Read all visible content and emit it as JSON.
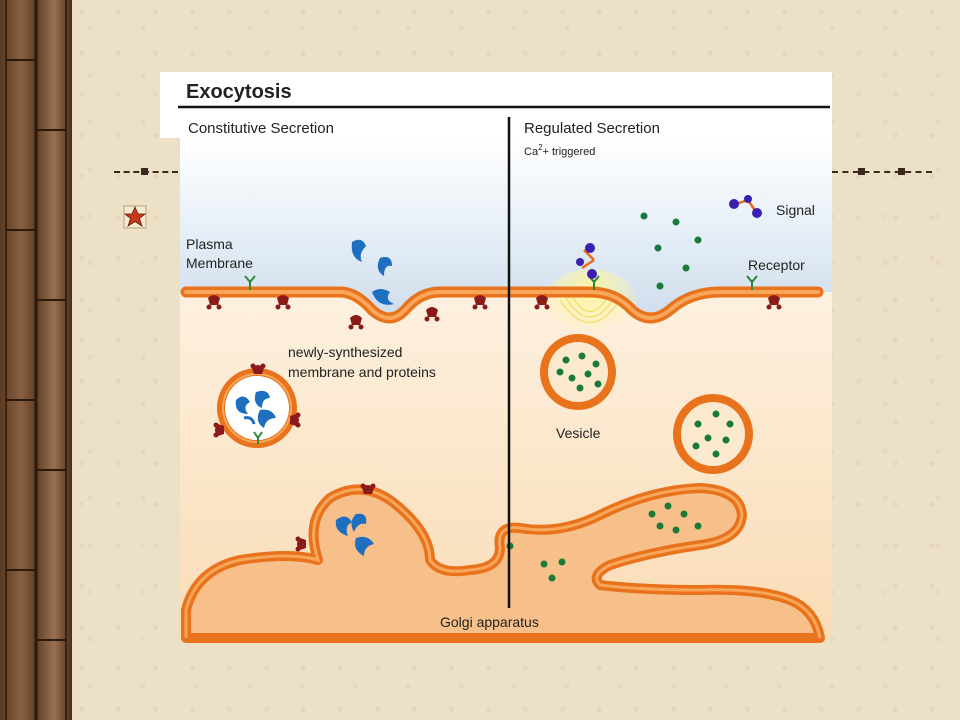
{
  "title": "Exocytosis",
  "left_heading": "Constitutive Secretion",
  "right_heading": "Regulated Secretion",
  "right_sub_ion": "Ca",
  "right_sub_sup": "2",
  "right_sub_rest": "+ triggered",
  "labels": {
    "plasma_1": "Plasma",
    "plasma_2": "Membrane",
    "newly_1": "newly-synthesized",
    "newly_2": "membrane and proteins",
    "signal": "Signal",
    "receptor": "Receptor",
    "vesicle": "Vesicle",
    "golgi": "Golgi apparatus"
  },
  "colors": {
    "membrane_outer": "#e8731c",
    "membrane_inner": "#f7a65a",
    "protein": "#8b1a1a",
    "cargo_blue": "#1f6fc0",
    "granule_green": "#1a7a3a",
    "signal_purple": "#3a1fb0",
    "wood": "#6b4a30"
  }
}
